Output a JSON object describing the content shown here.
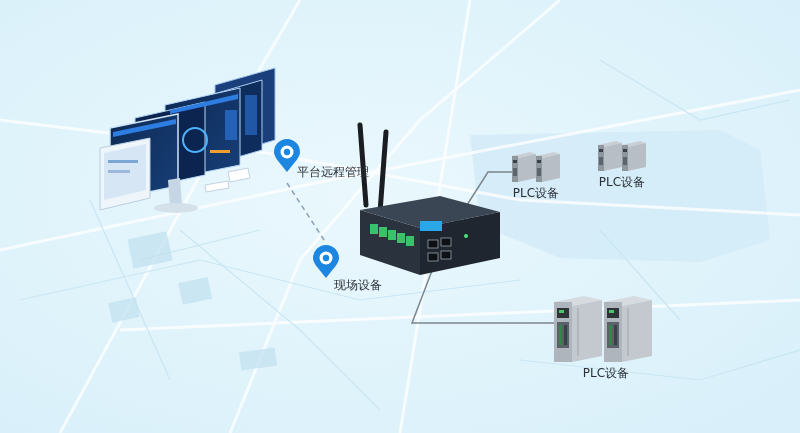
{
  "diagram": {
    "nodes": [
      {
        "text": [
          "平台远程管理"
        ]
      },
      {
        "text": [
          "现场设备"
        ]
      },
      {
        "text": [
          "PLC设备"
        ]
      },
      {
        "text": [
          "PLC设备"
        ]
      },
      {
        "text": [
          "PLC设备"
        ]
      }
    ],
    "edges": [
      {
        "from": 0,
        "to": 1,
        "arrow": "none"
      }
    ]
  }
}
